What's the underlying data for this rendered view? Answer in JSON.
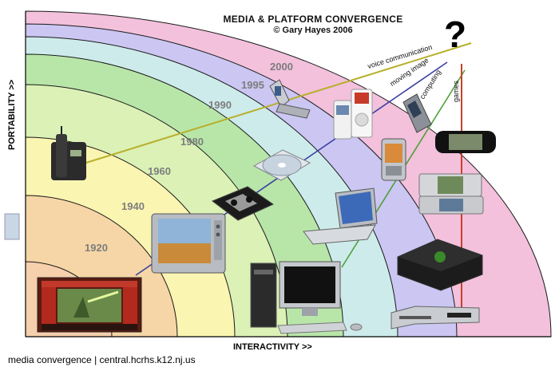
{
  "title": {
    "line1": "MEDIA & PLATFORM CONVERGENCE",
    "line2": "© Gary Hayes 2006"
  },
  "question_mark": "?",
  "axes": {
    "y_label": "PORTABILITY >>",
    "x_label": "INTERACTIVITY >>"
  },
  "caption": "media convergence   | central.hcrhs.k12.nj.us",
  "eras": [
    {
      "label": "1920",
      "color": "#f6cfac"
    },
    {
      "label": "1940",
      "color": "#f6d6a6"
    },
    {
      "label": "1960",
      "color": "#fbf5b2"
    },
    {
      "label": "1980",
      "color": "#dbf1b6"
    },
    {
      "label": "1990",
      "color": "#b8e6a9"
    },
    {
      "label": "1995",
      "color": "#cdebea"
    },
    {
      "label": "2000",
      "color": "#cbc6f2"
    },
    {
      "label": "",
      "color": "#f3c1dc"
    }
  ],
  "trend_lines": [
    {
      "label": "voice communication",
      "color": "#b7b02c"
    },
    {
      "label": "moving image",
      "color": "#3a3fa0"
    },
    {
      "label": "computing",
      "color": "#4fa03a"
    },
    {
      "label": "games",
      "color": "#c8412a"
    }
  ],
  "devices": [
    "cinema-screen",
    "television",
    "vhs-tape",
    "cd-disc",
    "cordless-phone",
    "flip-phone",
    "ipod",
    "pda",
    "laptop",
    "desktop-computer",
    "dvd-player",
    "xbox-console",
    "nintendo-ds",
    "psp",
    "mobile-phone"
  ]
}
